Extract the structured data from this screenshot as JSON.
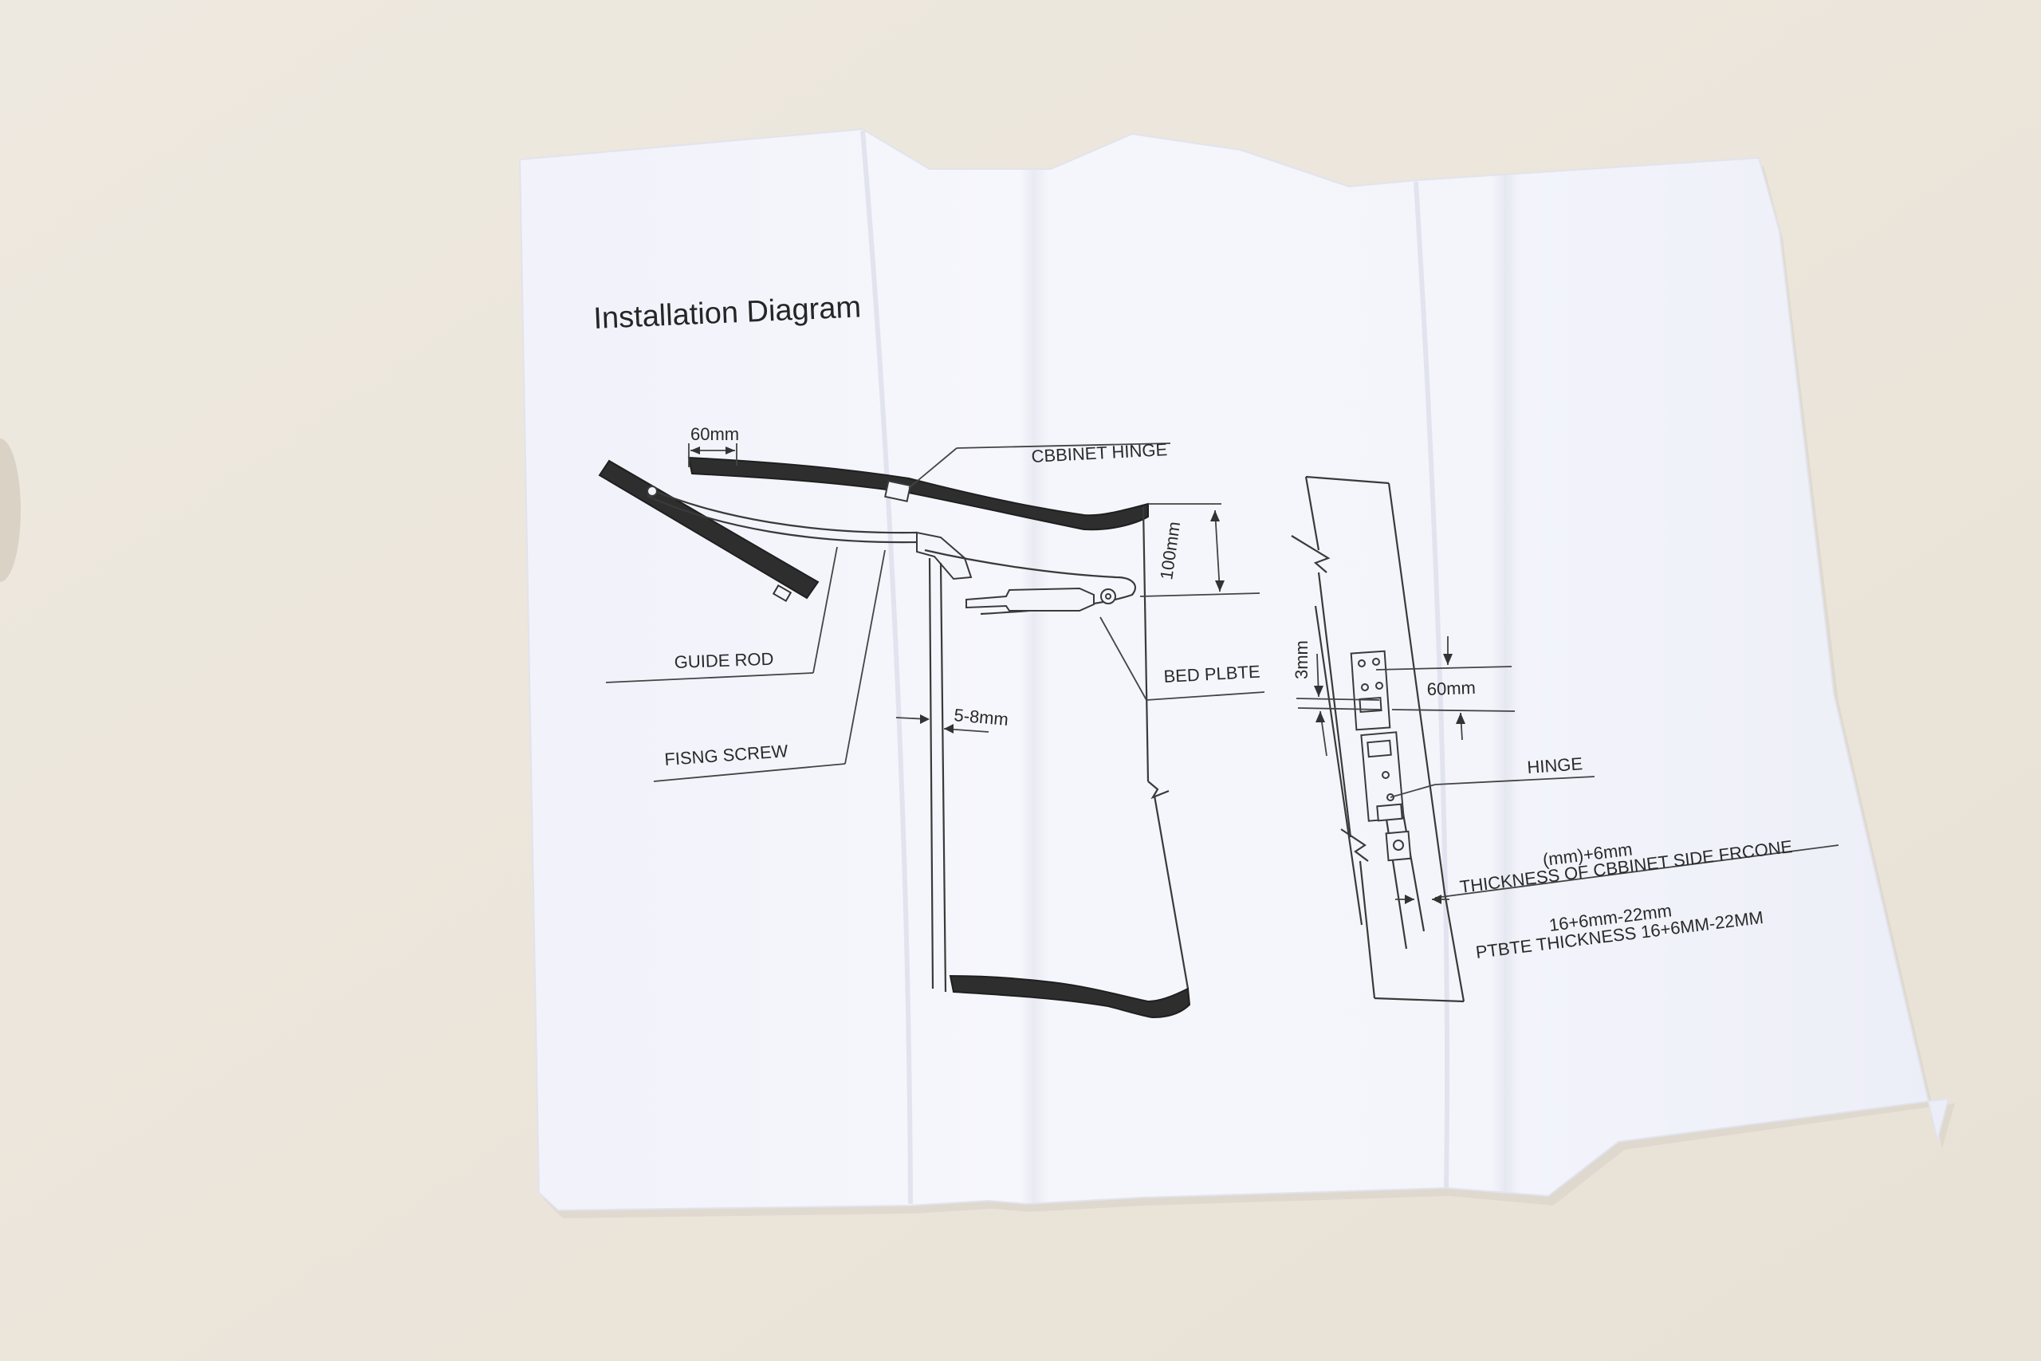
{
  "sheet": {
    "title": "Installation Diagram",
    "paper_color": "#f3f4fb",
    "background_color": "#ece6dc",
    "ink_color": "#2a2a2a"
  },
  "labels": {
    "dim_60mm_top": "60mm",
    "cabinet_hinge": "CBBINET HINGE",
    "dim_100mm": "100mm",
    "guide_rod": "GUIDE ROD",
    "bed_plate": "BED PLBTE",
    "dim_5_8mm": "5-8mm",
    "fixing_screw": "FISNG SCREW",
    "dim_3mm": "3mm",
    "dim_60mm_side": "60mm",
    "hinge": "HINGE",
    "thickness_formula": "(mm)+6mm",
    "thickness_cabinet": "THICKNESS OF CBBINET SIDE FRCONE",
    "plate_formula": "16+6mm-22mm",
    "plate_thickness": "PTBTE THICKNESS 16+6MM-22MM"
  }
}
